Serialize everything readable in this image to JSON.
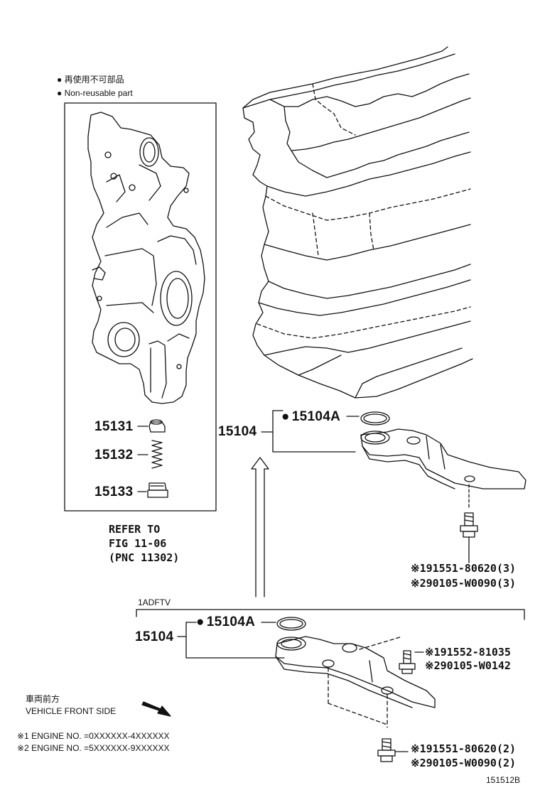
{
  "legend": {
    "jp": "再使用不可部品",
    "en": "Non-reusable part"
  },
  "parts": {
    "p15131": "15131",
    "p15132": "15132",
    "p15133": "15133",
    "p15104_top": "15104",
    "p15104a_top": "15104A",
    "p15104_bottom": "15104",
    "p15104a_bottom": "15104A"
  },
  "refer": {
    "line1": "REFER TO",
    "line2": "FIG 11-06",
    "line3": "(PNC 11302)"
  },
  "variant_label": "1ADFTV",
  "bolts_top": {
    "b1": "※191551-80620(3)",
    "b2": "※290105-W0090(3)"
  },
  "bolts_mid": {
    "b1": "※191552-81035",
    "b2": "※290105-W0142"
  },
  "bolts_bottom": {
    "b1": "※191551-80620(2)",
    "b2": "※290105-W0090(2)"
  },
  "front": {
    "jp": "車両前方",
    "en": "VEHICLE FRONT SIDE"
  },
  "engine_notes": {
    "n1": "※1 ENGINE NO. =0XXXXXX-4XXXXXX",
    "n2": "※2 ENGINE NO. =5XXXXXX-9XXXXXX"
  },
  "figure_code": "151512B",
  "colors": {
    "line": "#111111",
    "background": "#ffffff"
  }
}
